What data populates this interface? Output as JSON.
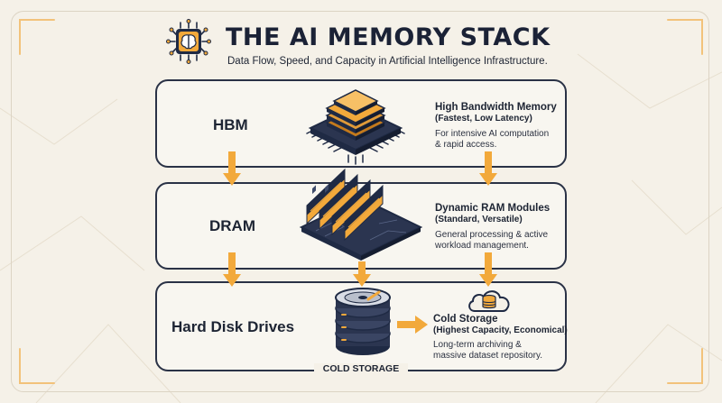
{
  "header": {
    "title": "THE AI MEMORY STACK",
    "subtitle": "Data Flow, Speed, and Capacity in Artificial Intelligence Infrastructure."
  },
  "tiers": [
    {
      "label": "HBM",
      "title": "High Bandwidth Memory",
      "subtitle": "(Fastest, Low Latency)",
      "description": "For intensive AI computation & rapid access."
    },
    {
      "label": "DRAM",
      "title": "Dynamic RAM Modules",
      "subtitle": "(Standard, Versatile)",
      "description": "General processing & active workload management."
    },
    {
      "label": "Hard Disk Drives",
      "title": "Cold Storage",
      "subtitle": "(Highest Capacity, Economical)",
      "description": "Long-term archiving & massive dataset repository.",
      "caption": "COLD STORAGE"
    }
  ],
  "colors": {
    "accent": "#f2a93b",
    "dark": "#1f2a44",
    "frame": "#2a3246",
    "background": "#f5f1e8"
  },
  "icons": [
    "brain-chip-icon",
    "hbm-chip-icon",
    "dram-modules-icon",
    "hard-disk-icon",
    "cloud-storage-icon",
    "flow-arrow-icon"
  ]
}
